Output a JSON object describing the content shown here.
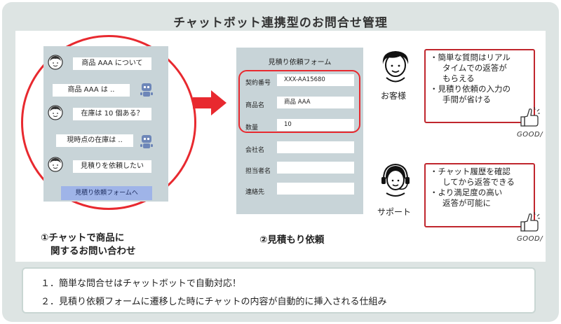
{
  "title": "チャットボット連携型のお問合せ管理",
  "chat": {
    "messages": [
      {
        "from": "user",
        "text": "商品 AAA について"
      },
      {
        "from": "bot",
        "text": "商品 AAA は .."
      },
      {
        "from": "user",
        "text": "在庫は 10 個ある？"
      },
      {
        "from": "bot",
        "text": "現時点の在庫は .."
      },
      {
        "from": "user",
        "text": "見積りを依頼したい"
      }
    ],
    "button_label": "見積り依頼フォームへ",
    "caption_line1": "①チャットで商品に",
    "caption_line2": "関するお問い合わせ"
  },
  "form": {
    "title": "見積り依頼フォーム",
    "fields": [
      {
        "label": "契約番号",
        "value": "XXX-AA15680"
      },
      {
        "label": "商品名",
        "value": "商品 AAA"
      },
      {
        "label": "数量",
        "value": "10"
      },
      {
        "label": "会社名",
        "value": ""
      },
      {
        "label": "担当者名",
        "value": ""
      },
      {
        "label": "連絡先",
        "value": ""
      }
    ],
    "caption": "②見積もり依頼"
  },
  "customer": {
    "label": "お客様",
    "notes": [
      {
        "line1": "・簡単な質問はリアル",
        "line2": "タイムでの返答が",
        "line3": "もらえる"
      },
      {
        "line1": "・見積り依頼の入力の",
        "line2": "手間が省ける"
      }
    ],
    "good": "GOOD/"
  },
  "support": {
    "label": "サポート",
    "notes": [
      {
        "line1": "・チャット履歴を確認",
        "line2": "してから返答できる"
      },
      {
        "line1": "・より満足度の高い",
        "line2": "返答が可能に"
      }
    ],
    "good": "GOOD/"
  },
  "summary": {
    "line1": "１．簡単な問合せはチャットボットで自動対応！",
    "line2": "２．見積り依頼フォームに遷移した時にチャットの内容が自動的に挿入される仕組み"
  },
  "colors": {
    "accent_red": "#e8292f",
    "panel_gray": "#c8d4d8",
    "frame_gray": "#dde4e3",
    "button_blue": "#9fb4e8"
  }
}
